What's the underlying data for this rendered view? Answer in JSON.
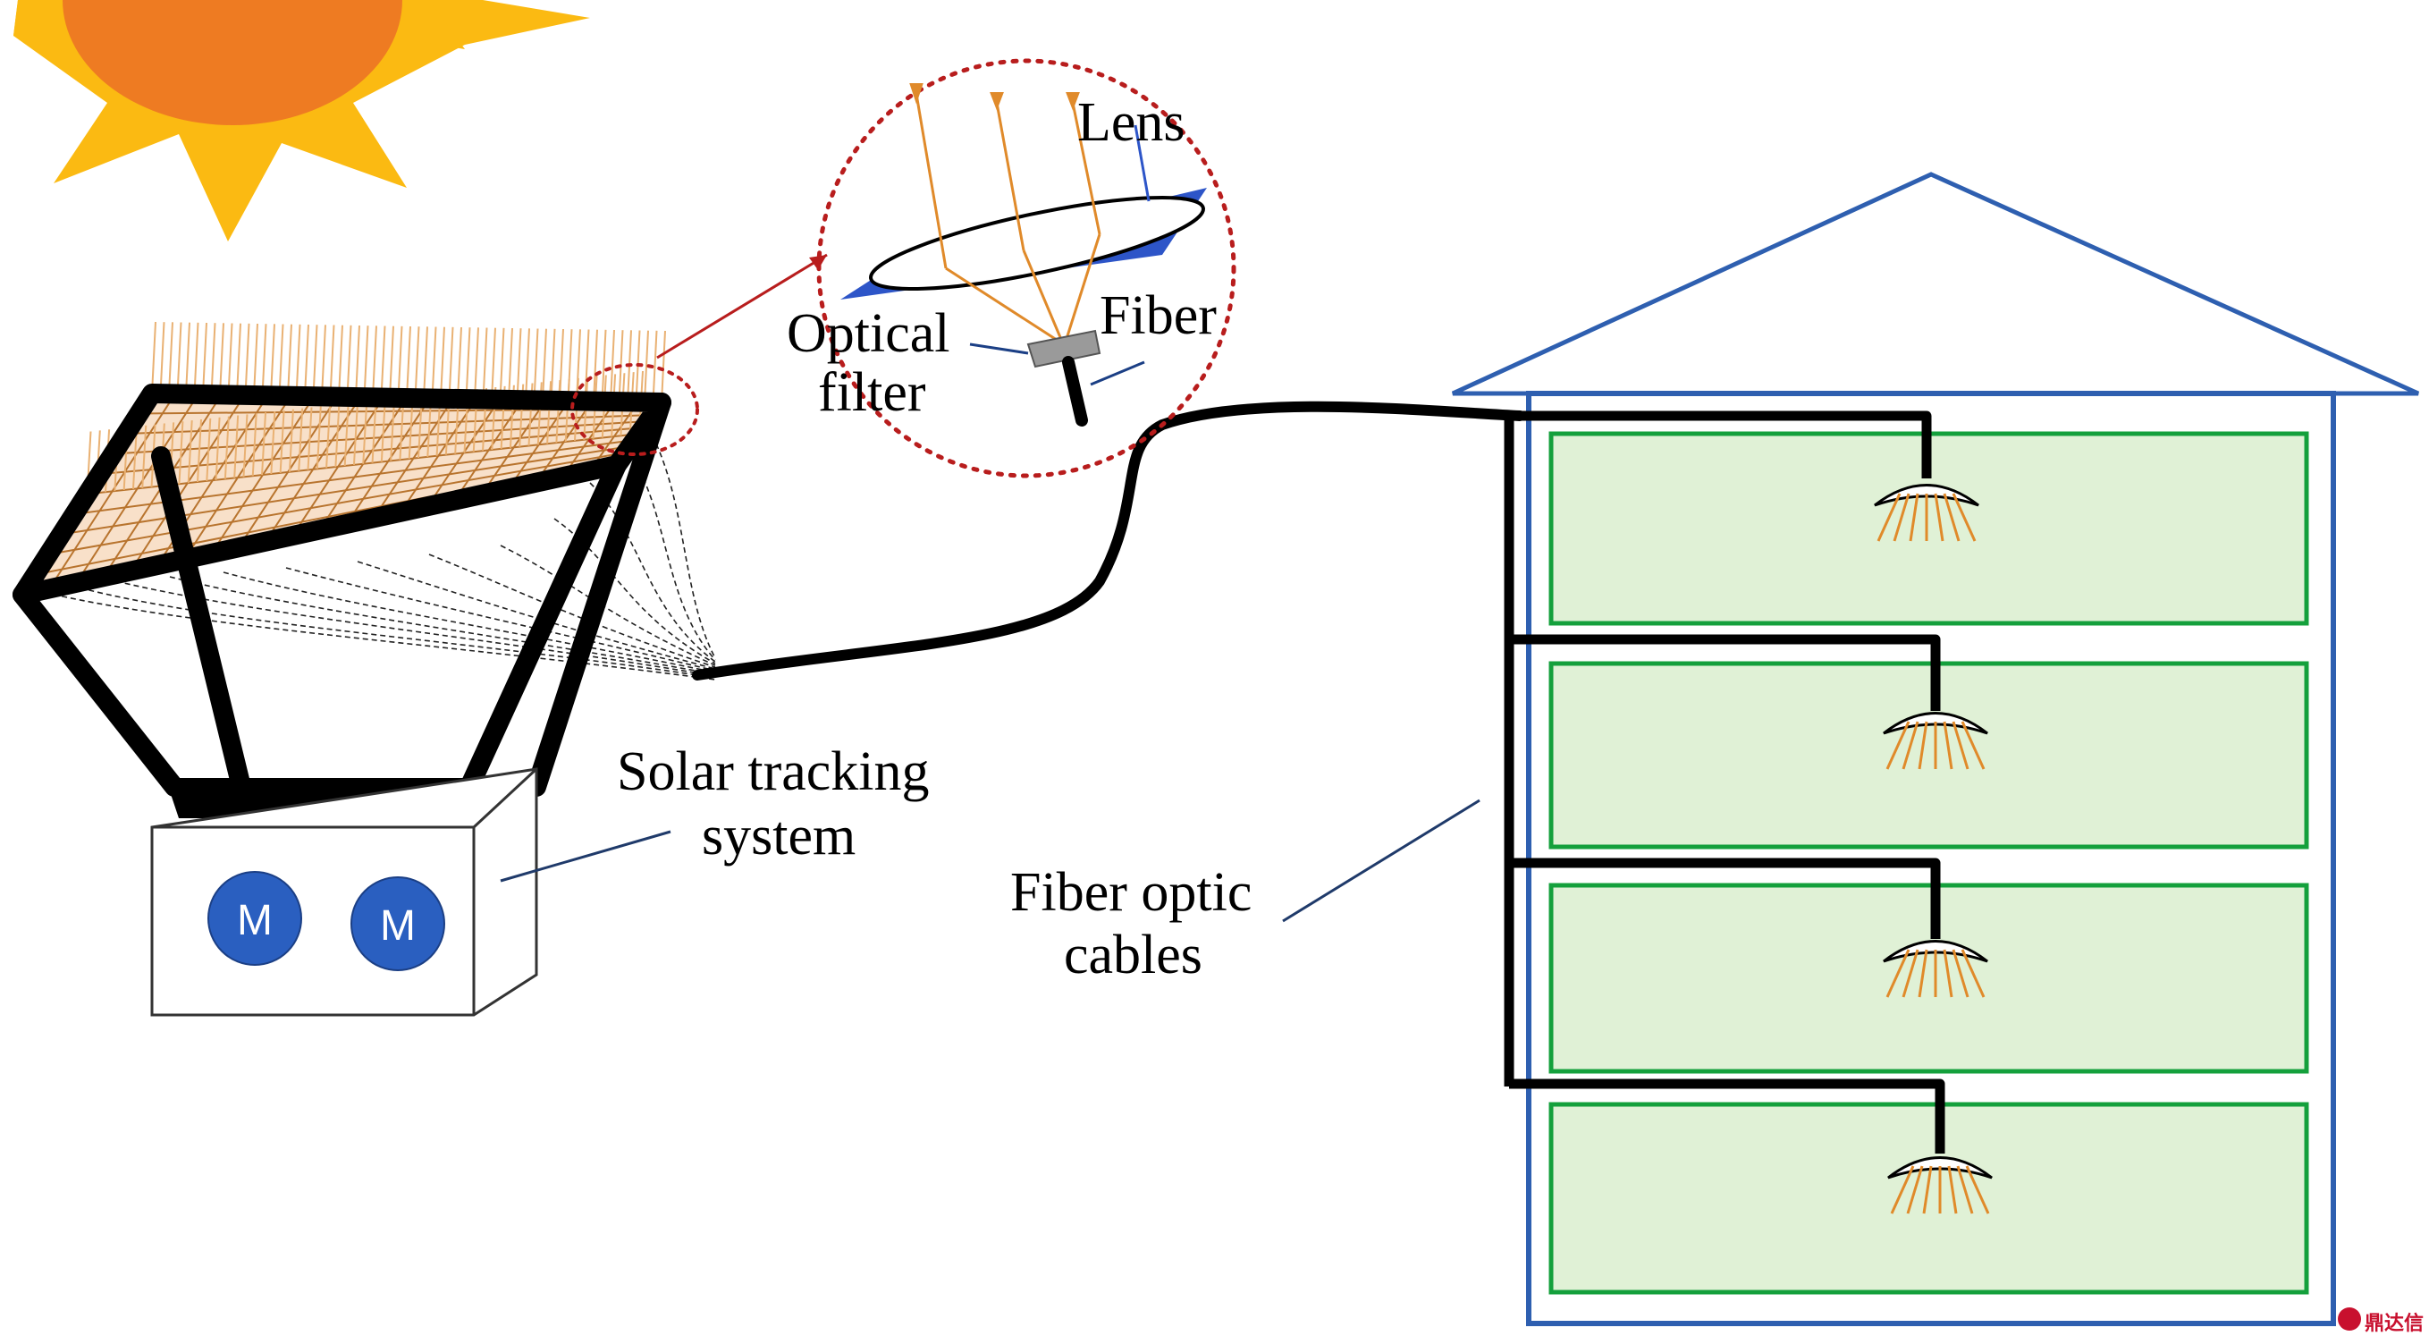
{
  "labels": {
    "lens": "Lens",
    "optical_filter_1": "Optical",
    "optical_filter_2": "filter",
    "fiber": "Fiber",
    "solar_tracking_1": "Solar tracking",
    "solar_tracking_2": "system",
    "fiber_optic_1": "Fiber optic",
    "fiber_optic_2": "cables",
    "motor": "M"
  },
  "watermark": "鼎达信",
  "colors": {
    "sun_core": "#ee7b22",
    "sun_rays": "#fbba12",
    "house_outline": "#2e5fb0",
    "room_fill": "#e0f1d6",
    "room_border": "#14a03c",
    "motor_fill": "#2a5fc0",
    "light_rays": "#e08a2a",
    "callout": "#b81d1d",
    "lens_plate": "#2d55c8",
    "cable": "#000000"
  }
}
